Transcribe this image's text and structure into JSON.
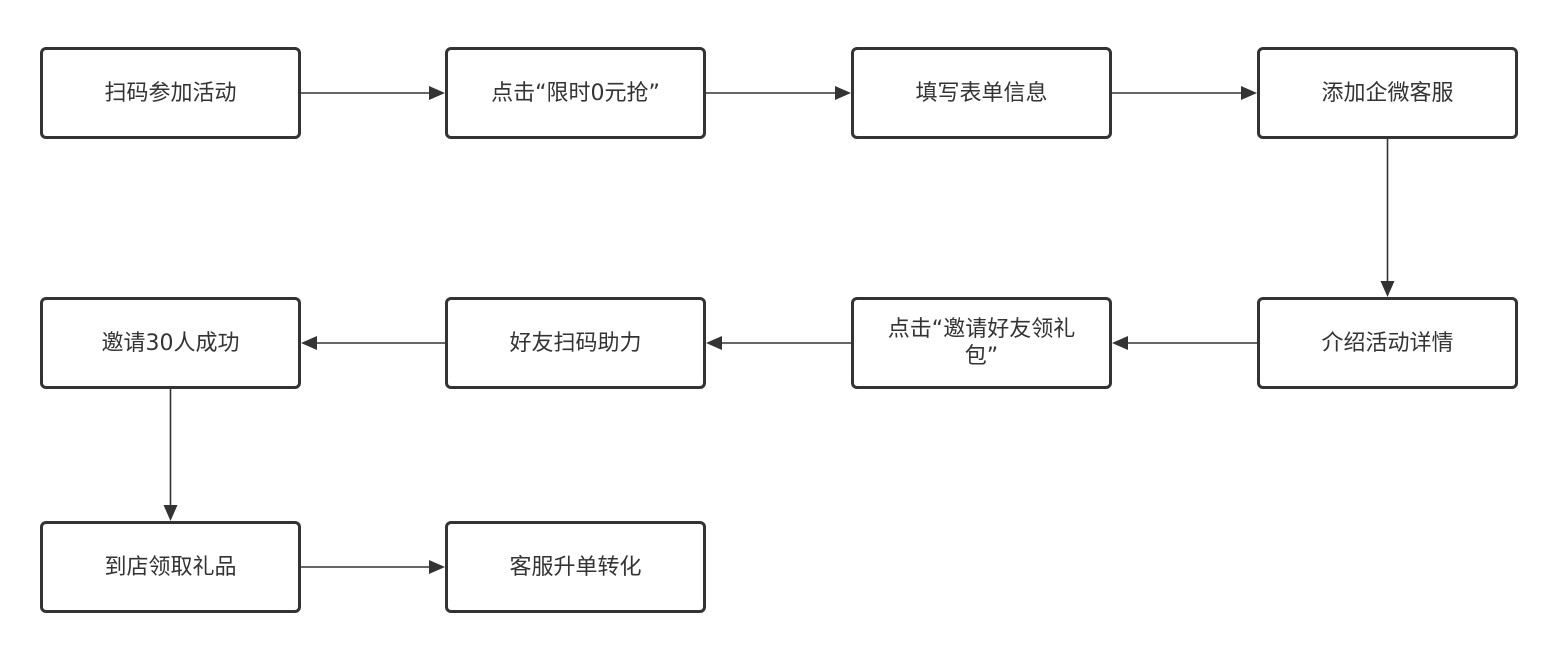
{
  "colors": {
    "stroke": "#333333",
    "text": "#333333",
    "background": "#ffffff"
  },
  "nodes": {
    "scan_join": "扫码参加活动",
    "click_limited_free": "点击“限时0元抢”",
    "fill_form": "填写表单信息",
    "add_wecom_service": "添加企微客服",
    "intro_details": "介绍活动详情",
    "click_invite_gift": "点击“邀请好友领礼包”",
    "friends_scan_help": "好友扫码助力",
    "invite_30_success": "邀请30人成功",
    "store_pickup_gift": "到店领取礼品",
    "service_upsell": "客服升单转化"
  },
  "edges": [
    {
      "from": "scan_join",
      "to": "click_limited_free"
    },
    {
      "from": "click_limited_free",
      "to": "fill_form"
    },
    {
      "from": "fill_form",
      "to": "add_wecom_service"
    },
    {
      "from": "add_wecom_service",
      "to": "intro_details"
    },
    {
      "from": "intro_details",
      "to": "click_invite_gift"
    },
    {
      "from": "click_invite_gift",
      "to": "friends_scan_help"
    },
    {
      "from": "friends_scan_help",
      "to": "invite_30_success"
    },
    {
      "from": "invite_30_success",
      "to": "store_pickup_gift"
    },
    {
      "from": "store_pickup_gift",
      "to": "service_upsell"
    }
  ]
}
